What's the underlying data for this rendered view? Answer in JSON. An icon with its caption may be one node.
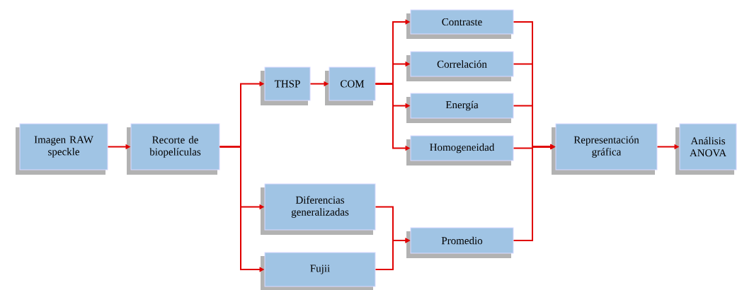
{
  "diagram": {
    "nodes": [
      {
        "text": [
          "Imagen RAW speckle"
        ]
      },
      {
        "text": [
          "Recorte de biopelículas"
        ]
      },
      {
        "text": [
          "THSP"
        ]
      },
      {
        "text": [
          "COM"
        ]
      },
      {
        "text": [
          "Contraste"
        ]
      },
      {
        "text": [
          "Correlación"
        ]
      },
      {
        "text": [
          "Energía"
        ]
      },
      {
        "text": [
          "Homogeneidad"
        ]
      },
      {
        "text": [
          "Diferencias generalizadas"
        ]
      },
      {
        "text": [
          "Fujii"
        ]
      },
      {
        "text": [
          "Promedio"
        ]
      },
      {
        "text": [
          "Representación gráfica"
        ]
      },
      {
        "text": [
          "Análisis ANOVA"
        ]
      }
    ],
    "edges": [
      {
        "from": 0,
        "to": 1,
        "arrow": "to"
      },
      {
        "from": 1,
        "to": 2,
        "arrow": "to"
      },
      {
        "from": 1,
        "to": 8,
        "arrow": "to"
      },
      {
        "from": 1,
        "to": 9,
        "arrow": "to"
      },
      {
        "from": 2,
        "to": 3,
        "arrow": "to"
      },
      {
        "from": 3,
        "to": 4,
        "arrow": "to"
      },
      {
        "from": 3,
        "to": 5,
        "arrow": "to"
      },
      {
        "from": 3,
        "to": 6,
        "arrow": "to"
      },
      {
        "from": 3,
        "to": 7,
        "arrow": "to"
      },
      {
        "from": 8,
        "to": 10,
        "arrow": "to"
      },
      {
        "from": 9,
        "to": 10,
        "arrow": "to"
      },
      {
        "from": 4,
        "to": 11,
        "arrow": "to"
      },
      {
        "from": 5,
        "to": 11,
        "arrow": "to"
      },
      {
        "from": 6,
        "to": 11,
        "arrow": "to"
      },
      {
        "from": 7,
        "to": 11,
        "arrow": "to"
      },
      {
        "from": 10,
        "to": 11,
        "arrow": "to"
      },
      {
        "from": 11,
        "to": 12,
        "arrow": "to"
      }
    ]
  }
}
